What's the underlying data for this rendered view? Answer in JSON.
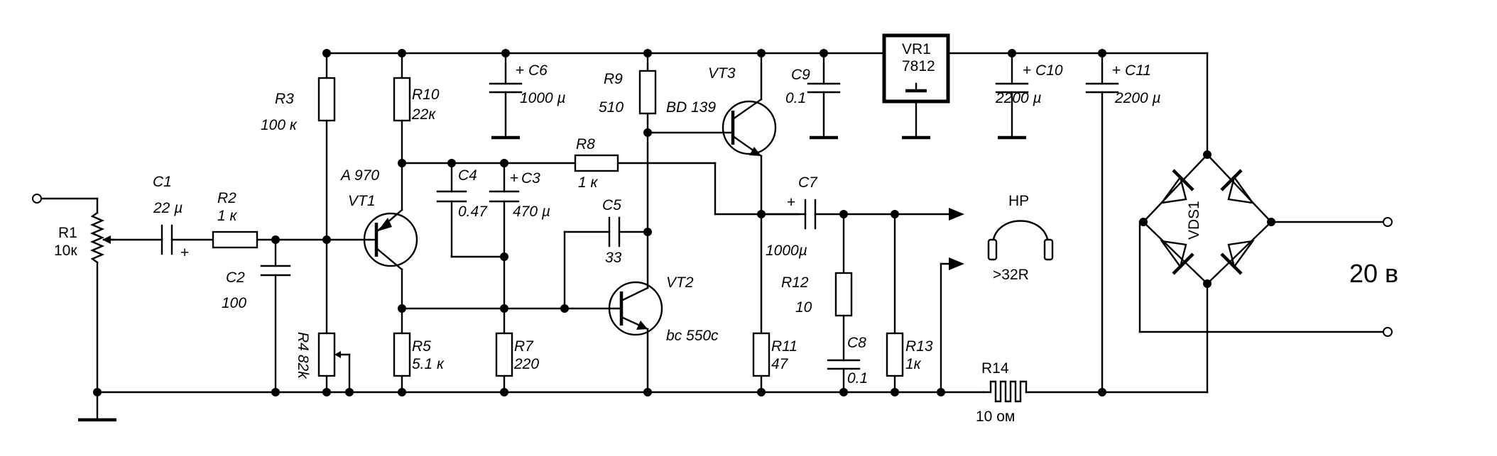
{
  "diagram": {
    "labels": {
      "r1": "R1",
      "r1_val": "10к",
      "c1": "C1",
      "c1_val": "22 µ",
      "c1_plus": "+",
      "r2": "R2",
      "r2_val": "1 к",
      "c2": "C2",
      "c2_val": "100",
      "r3": "R3",
      "r3_val": "100 к",
      "r4": "R4",
      "r4_val": "82k",
      "vt1_type": "A 970",
      "vt1": "VT1",
      "r10": "R10",
      "r10_val": "22к",
      "r5": "R5",
      "r5_val": "5.1 к",
      "c4": "C4",
      "c4_val": "0.47",
      "c3": "C3",
      "c3_val": "470 µ",
      "c3_plus": "+",
      "c6": "C6",
      "c6_val": "1000 µ",
      "c6_plus": "+",
      "r7": "R7",
      "r7_val": "220",
      "r8": "R8",
      "r8_val": "1 к",
      "c5": "C5",
      "c5_val": "33",
      "vt2": "VT2",
      "vt2_type": "bc 550c",
      "r9": "R9",
      "r9_val": "510",
      "vt3": "VT3",
      "vt3_type": "BD 139",
      "c9": "C9",
      "c9_val": "0.1",
      "vr1": "VR1",
      "vr1_type": "7812",
      "c10": "C10",
      "c10_val": "2200 µ",
      "c10_plus": "+",
      "c11": "C11",
      "c11_val": "2200 µ",
      "c11_plus": "+",
      "c7": "C7",
      "c7_val": "1000µ",
      "c7_plus": "+",
      "r11": "R11",
      "r11_val": "47",
      "r12": "R12",
      "r12_val": "10",
      "c8": "C8",
      "c8_val": "0.1",
      "r13": "R13",
      "r13_val": "1к",
      "hp": "HP",
      "hp_val": ">32R",
      "r14": "R14",
      "r14_val": "10 ом",
      "vds1": "VDS1",
      "supply": "20 в"
    }
  }
}
